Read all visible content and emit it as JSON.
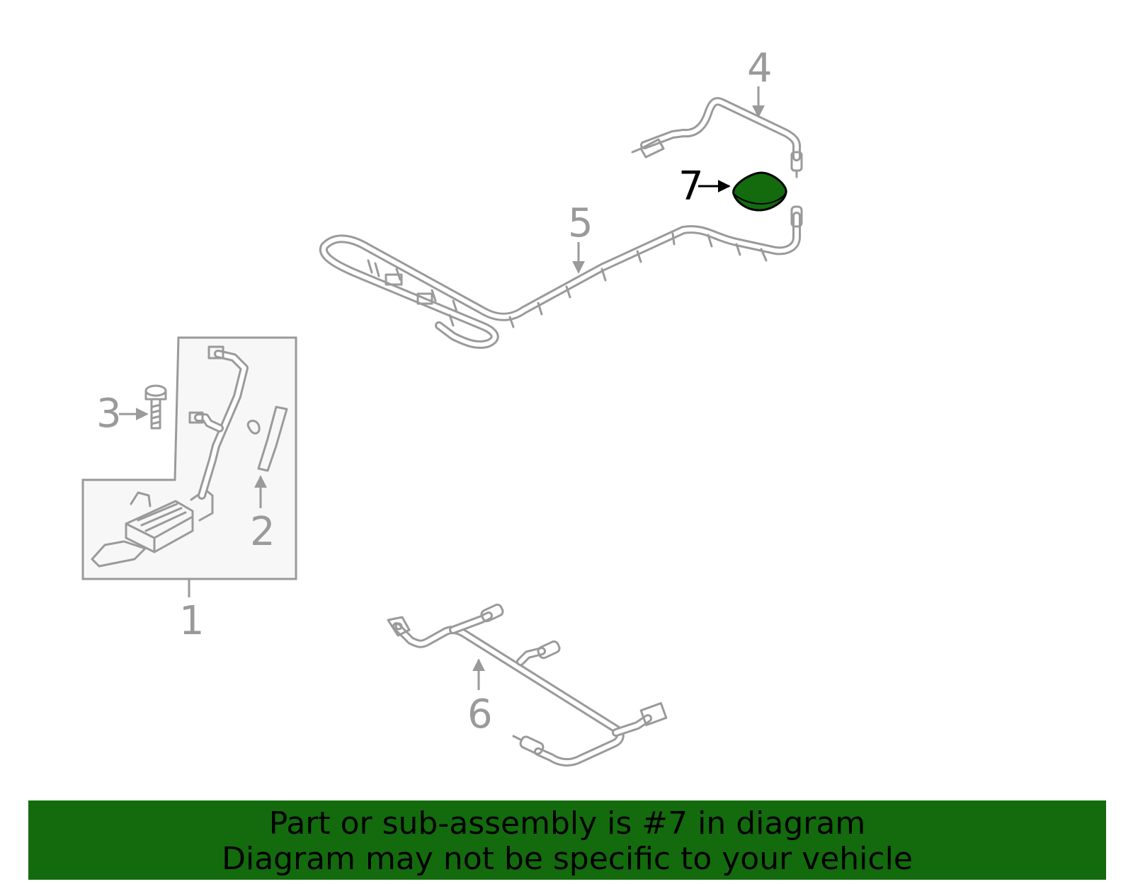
{
  "callouts": {
    "c1": "1",
    "c2": "2",
    "c3": "3",
    "c4": "4",
    "c5": "5",
    "c6": "6",
    "c7": "7"
  },
  "highlight_color": "#136b0d",
  "line_color": "#9a9a9a",
  "banner": {
    "line1": "Part or sub-assembly is #7 in diagram",
    "line2": "Diagram may not be specific to your vehicle"
  }
}
